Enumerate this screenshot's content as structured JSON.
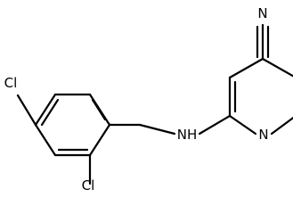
{
  "molecule": {
    "atoms": {
      "nitrile_n": "N",
      "amine": "NH",
      "ring_n": "N",
      "cl_para": "Cl",
      "cl_ortho": "Cl"
    },
    "colors": {
      "bond": "#000000",
      "label": "#000000",
      "background": "#ffffff"
    }
  }
}
